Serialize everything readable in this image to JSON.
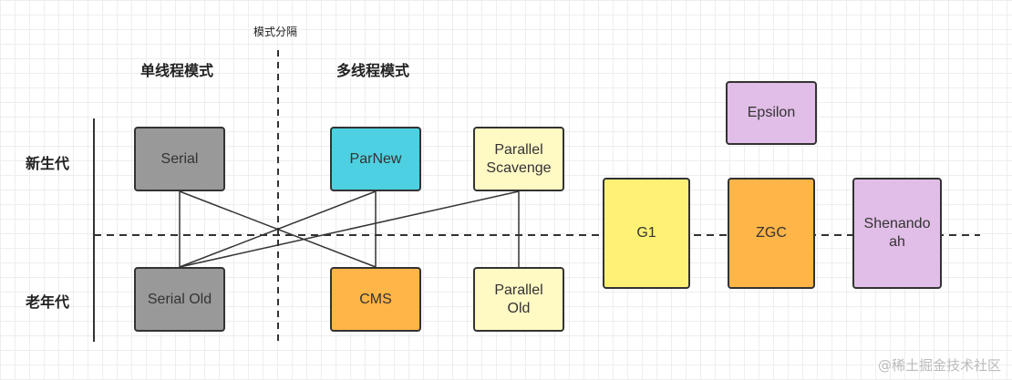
{
  "labels": {
    "mode_divider": "模式分隔",
    "single_thread": "单线程模式",
    "multi_thread": "多线程模式",
    "young_gen": "新生代",
    "old_gen": "老年代"
  },
  "collectors": {
    "serial": {
      "label": "Serial",
      "color": "#999999"
    },
    "parnew": {
      "label": "ParNew",
      "color": "#4dd0e1"
    },
    "parallel_scavenge": {
      "line1": "Parallel",
      "line2": "Scavenge",
      "color": "#fff9c4"
    },
    "serial_old": {
      "label": "Serial Old",
      "color": "#999999"
    },
    "cms": {
      "label": "CMS",
      "color": "#ffb547"
    },
    "parallel_old": {
      "line1": "Parallel",
      "line2": "Old",
      "color": "#fff9c4"
    },
    "epsilon": {
      "label": "Epsilon",
      "color": "#e1bee7"
    },
    "g1": {
      "label": "G1",
      "color": "#fff176"
    },
    "zgc": {
      "label": "ZGC",
      "color": "#ffb547"
    },
    "shenandoah": {
      "line1": "Shenando",
      "line2": "ah",
      "color": "#e1bee7"
    }
  },
  "watermark": "@稀土掘金技术社区"
}
